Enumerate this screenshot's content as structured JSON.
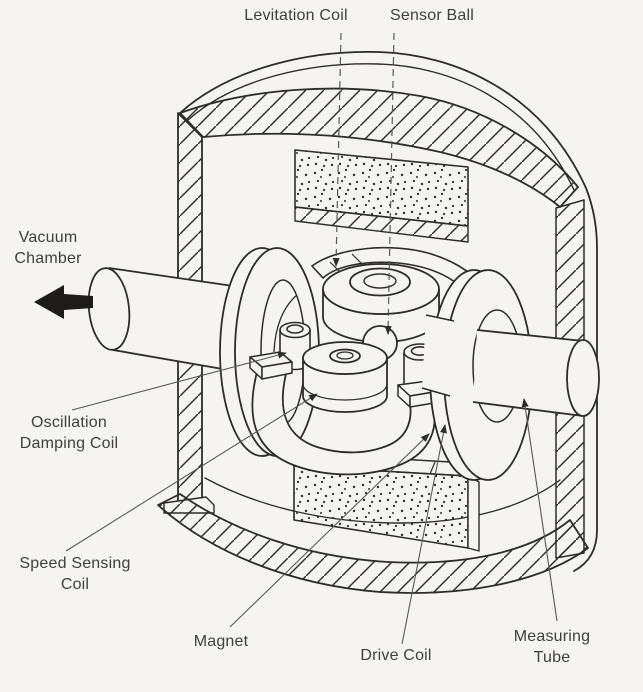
{
  "figure": {
    "type": "technical-cutaway-diagram",
    "background_color": "#f5f4f1",
    "ink_color": "#2e2c2a",
    "label_color": "#413f3d",
    "fill_patterns": [
      "diagonal-hatch",
      "stipple-dots"
    ]
  },
  "labels": {
    "levitation_coil": "Levitation Coil",
    "sensor_ball": "Sensor Ball",
    "vacuum_chamber_line1": "Vacuum",
    "vacuum_chamber_line2": "Chamber",
    "oscillation_damping_line1": "Oscillation",
    "oscillation_damping_line2": "Damping Coil",
    "speed_sensing_line1": "Speed Sensing",
    "speed_sensing_line2": "Coil",
    "magnet": "Magnet",
    "drive_coil": "Drive Coil",
    "measuring_tube_line1": "Measuring",
    "measuring_tube_line2": "Tube"
  }
}
